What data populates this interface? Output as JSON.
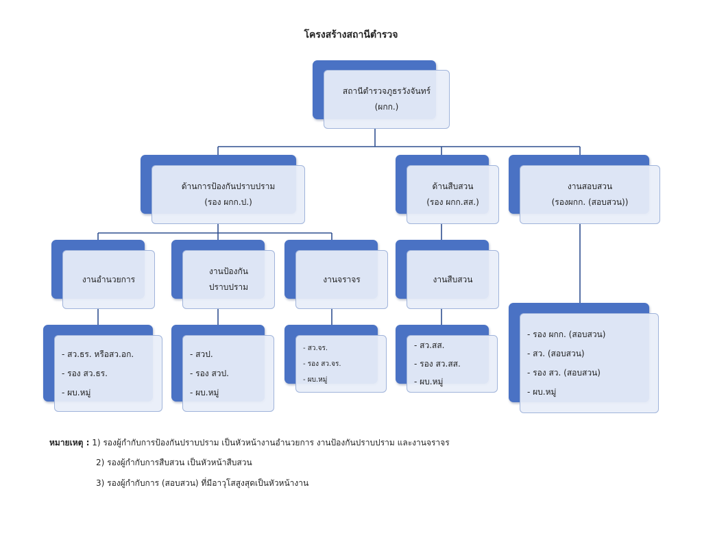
{
  "title": "โครงสร้างสถานีตำรวจ",
  "nodes": {
    "root": {
      "line1": "สถานีตำรวจภูธรวังจันทร์",
      "line2": "(ผกก.)"
    },
    "prevention": {
      "line1": "ด้านการป้องกันปราบปราม",
      "line2": "(รอง ผกก.ป.)"
    },
    "investigation": {
      "line1": "ด้านสืบสวน",
      "line2": "(รอง ผกก.สส.)"
    },
    "inquiry": {
      "line1": "งานสอบสวน",
      "line2": "(รองผกก. (สอบสวน))"
    },
    "admin": {
      "line1": "งานอำนวยการ"
    },
    "prevention_work": {
      "line1": "งานป้องกัน",
      "line2": "ปราบปราม"
    },
    "traffic": {
      "line1": "งานจราจร"
    },
    "investigation_work": {
      "line1": "งานสืบสวน"
    }
  },
  "lists": {
    "admin": [
      "- สว.ธร. หรือสว.อก.",
      "- รอง สว.ธร.",
      "- ผบ.หมู่"
    ],
    "prevention_work": [
      "- สวป.",
      "- รอง สวป.",
      "- ผบ.หมู่"
    ],
    "traffic": [
      "- สว.จร.",
      "- รอง สว.จร.",
      "- ผบ.หมู่"
    ],
    "investigation_work": [
      "- สว.สส.",
      "- รอง สว.สส.",
      "- ผบ.หมู่"
    ],
    "inquiry": [
      "- รอง ผกก. (สอบสวน)",
      "- สว. (สอบสวน)",
      "- รอง สว. (สอบสวน)",
      "- ผบ.หมู่"
    ]
  },
  "notes": {
    "label": "หมายเหตุ :",
    "line1": "1) รองผู้กำกับการป้องกันปราบปราม เป็นหัวหน้างานอำนวยการ งานป้องกันปราบปราม และงานจราจร",
    "line2": "2) รองผู้กำกับการสืบสวน เป็นหัวหน้าสืบสวน",
    "line3": "3) รองผู้กำกับการ (สอบสวน) ที่มีอาวุโสสูงสุดเป็นหัวหน้างาน"
  },
  "colors": {
    "accent": "#4a72c4",
    "card": "#e8eef9",
    "connector": "#2f4f8f"
  }
}
